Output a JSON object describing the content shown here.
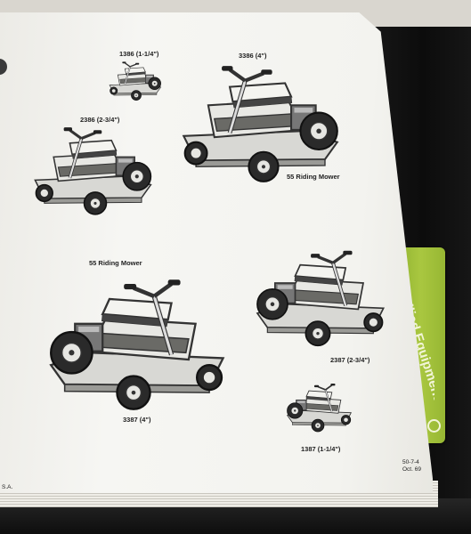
{
  "page": {
    "captions": {
      "m1386": "1386 (1-1/4\")",
      "m3386": "3386 (4\")",
      "m2386": "2386 (2-3/4\")",
      "riding_right": "55 Riding Mower",
      "riding_left": "55 Riding Mower",
      "m3387": "3387 (4\")",
      "m2387": "2387 (2-3/4\")",
      "m1387": "1387 (1-1/4\")"
    },
    "footer": {
      "code": "50-7-4",
      "date": "Oct. 69",
      "usa": "S.A."
    }
  },
  "tab": {
    "label": "Allied Equipment"
  },
  "colors": {
    "binder": "#111111",
    "tab": "#a4c23c",
    "paper": "#f3f3ef"
  }
}
